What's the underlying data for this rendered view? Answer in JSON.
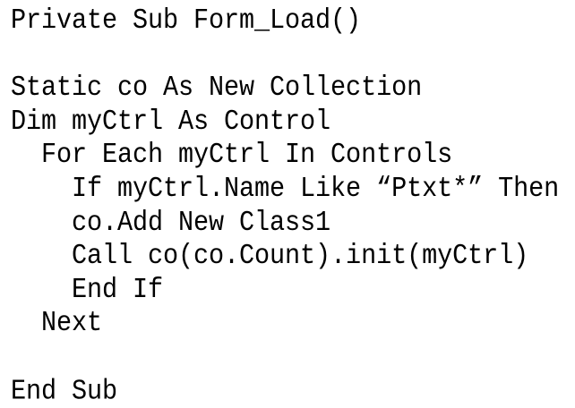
{
  "code": {
    "language": "VBA",
    "lines": [
      "Private Sub Form_Load()",
      "",
      "Static co As New Collection",
      "Dim myCtrl As Control",
      "  For Each myCtrl In Controls",
      "    If myCtrl.Name Like “Ptxt*” Then",
      "    co.Add New Class1",
      "    Call co(co.Count).init(myCtrl)",
      "    End If",
      "  Next",
      "",
      "End Sub"
    ]
  }
}
